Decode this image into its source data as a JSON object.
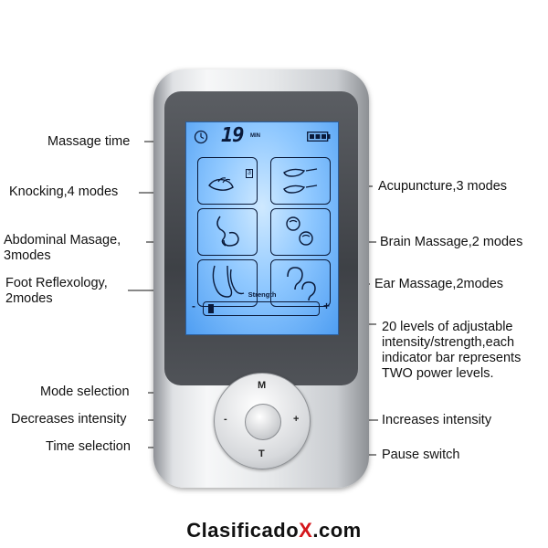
{
  "display": {
    "minutes": "19",
    "min_unit": "MIN",
    "knocking_mode_count": "3",
    "strength_label": "Strength",
    "minus": "-",
    "plus": "+",
    "strength_level_fraction": 0.05
  },
  "buttons": {
    "mode": "M",
    "decrease": "-",
    "increase": "+",
    "time": "T"
  },
  "callouts": {
    "massage_time": "Massage time",
    "knocking": "Knocking,4 modes",
    "abdominal": "Abdominal Masage,\n3modes",
    "foot": "Foot Reflexology,\n2modes",
    "acupuncture": "Acupuncture,3 modes",
    "brain": "Brain Massage,2 modes",
    "ear": "Ear Massage,2modes",
    "levels": "20 levels of adjustable\nintensity/strength,each\nindicator bar represents\nTWO power levels.",
    "mode_selection": "Mode selection",
    "decreases": "Decreases intensity",
    "time_selection": "Time selection",
    "increases": "Increases intensity",
    "pause": "Pause switch"
  },
  "brand": {
    "prefix": "Clasificado",
    "x": "X",
    "suffix": ".com"
  },
  "colors": {
    "screen_blue": "#8fc8ff",
    "lcd_ink": "#0a1a3a",
    "brand_red": "#d4161b"
  }
}
